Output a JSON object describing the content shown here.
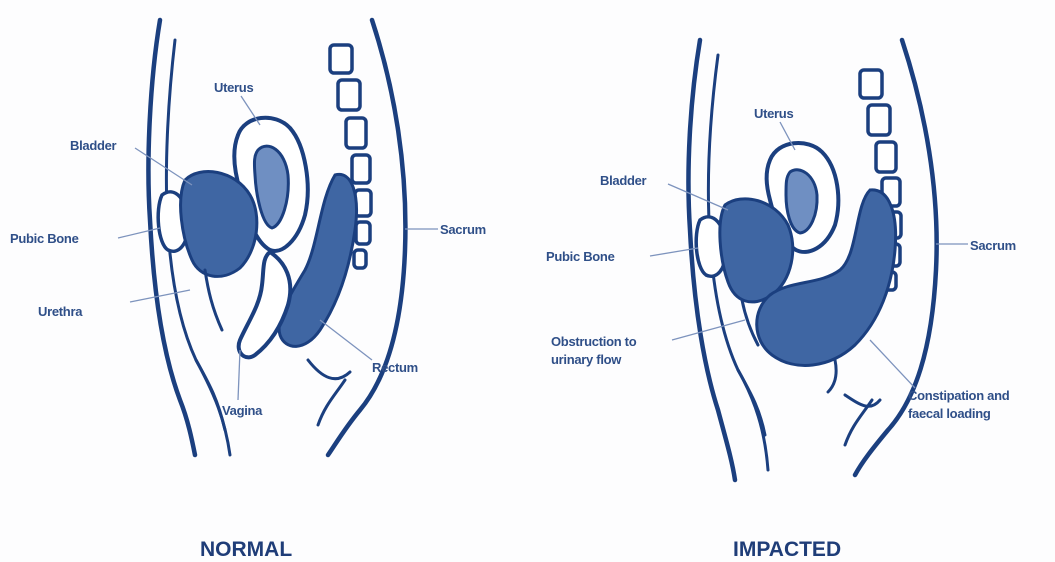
{
  "panels": {
    "normal": {
      "caption": "NORMAL",
      "labels": {
        "uterus": "Uterus",
        "bladder": "Bladder",
        "pubic_bone": "Pubic Bone",
        "urethra": "Urethra",
        "vagina": "Vagina",
        "rectum": "Rectum",
        "sacrum": "Sacrum"
      }
    },
    "impacted": {
      "caption": "IMPACTED",
      "labels": {
        "uterus": "Uterus",
        "bladder": "Bladder",
        "pubic_bone": "Pubic Bone",
        "obstruction_line1": "Obstruction to",
        "obstruction_line2": "urinary flow",
        "sacrum": "Sacrum",
        "constipation_line1": "Constipation and",
        "constipation_line2": "faecal loading"
      }
    }
  },
  "colors": {
    "ink": "#1b3f7f",
    "fill": "#3f66a3",
    "label": "#2f4f88"
  }
}
